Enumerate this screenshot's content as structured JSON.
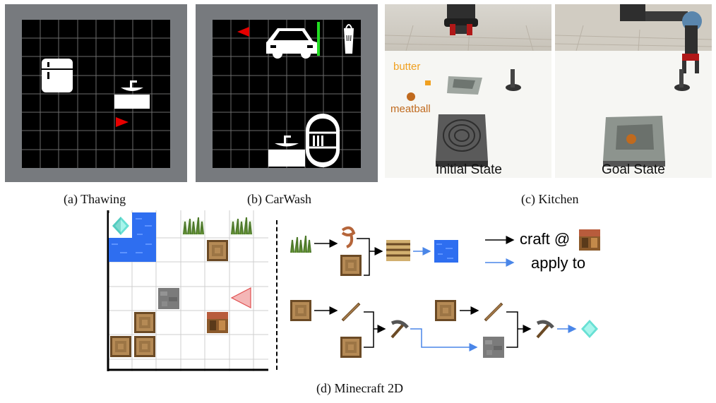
{
  "captions": {
    "thawing": "(a) Thawing",
    "carwash": "(b) CarWash",
    "kitchen": "(c) Kitchen",
    "minecraft": "(d) Minecraft 2D"
  },
  "kitchen": {
    "butter_label": "butter",
    "meatball_label": "meatball",
    "initial_label": "Initial State",
    "goal_label": "Goal State"
  },
  "legend": {
    "craft_label": "craft @",
    "apply_label": "apply to"
  },
  "colors": {
    "agent_red": "#e60000",
    "agent_pink": "#f4b6b6",
    "water_blue": "#2e6ef0",
    "apply_arrow": "#4a86e8",
    "butter_orange": "#f0a020",
    "meatball_brown": "#c06a1e",
    "green_bar": "#22dd22"
  },
  "icons": [
    "fridge-icon",
    "sink-icon",
    "car-icon",
    "trash-can-icon",
    "dishwasher-icon",
    "grass-icon",
    "wood-log-icon",
    "stone-icon",
    "crafting-table-icon",
    "diamond-icon",
    "stick-icon",
    "pickaxe-icon",
    "rope-icon",
    "bridge-icon",
    "water-icon"
  ]
}
